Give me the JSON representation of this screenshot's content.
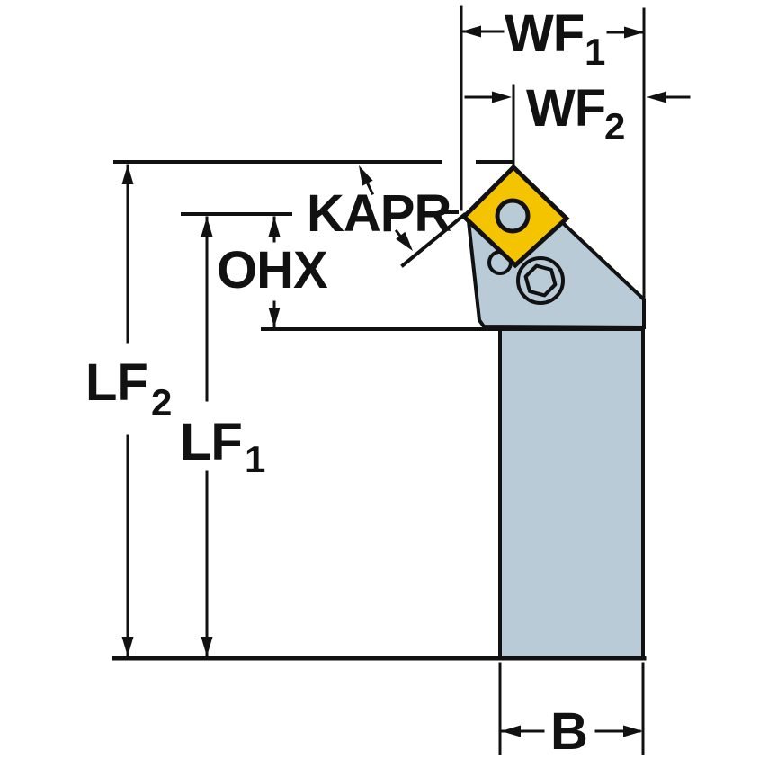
{
  "diagram": {
    "labels": {
      "wf1": {
        "base": "WF",
        "sub": "1"
      },
      "wf2": {
        "base": "WF",
        "sub": "2"
      },
      "kapr": {
        "base": "KAPR"
      },
      "ohx": {
        "base": "OHX"
      },
      "lf2": {
        "base": "LF",
        "sub": "2"
      },
      "lf1": {
        "base": "LF",
        "sub": "1"
      },
      "b": {
        "base": "B"
      }
    },
    "colors": {
      "line": "#111111",
      "holder_body": "#b8cbd6",
      "insert": "#f5c400",
      "background": "#ffffff"
    }
  }
}
